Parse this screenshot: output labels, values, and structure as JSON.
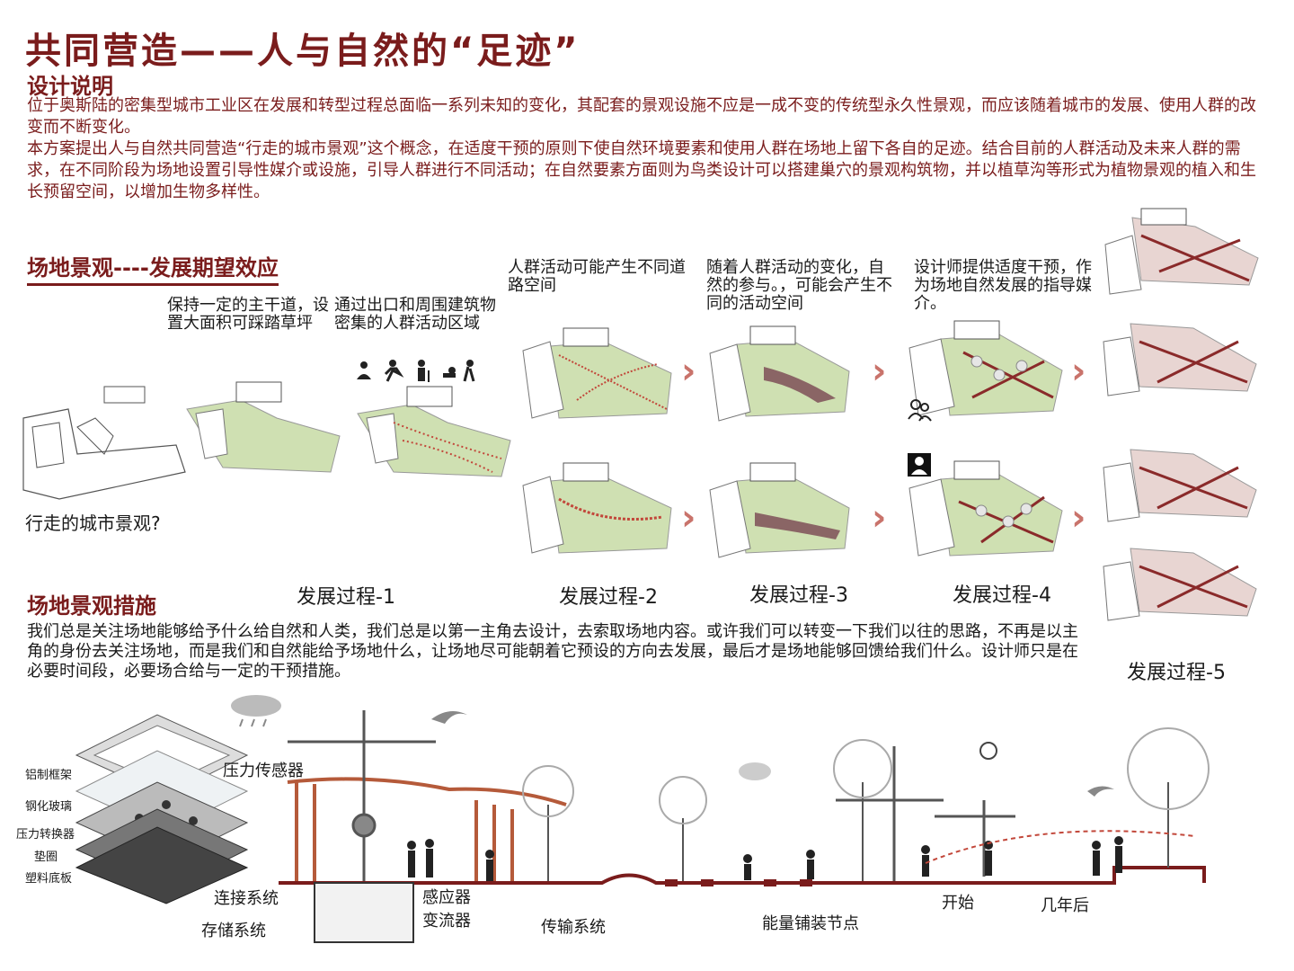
{
  "title": "共同营造——人与自然的“足迹”",
  "design_notes": {
    "heading": "设计说明",
    "para1": "位于奥斯陆的密集型城市工业区在发展和转型过程总面临一系列未知的变化，其配套的景观设施不应是一成不变的传统型永久性景观，而应该随着城市的发展、使用人群的改变而不断变化。",
    "para2": "本方案提出人与自然共同营造“行走的城市景观”这个概念，在适度干预的原则下使自然环境要素和使用人群在场地上留下各自的足迹。结合目前的人群活动及未来人群的需求，在不同阶段为场地设置引导性媒介或设施，引导人群进行不同活动；在自然要素方面则为鸟类设计可以搭建巢穴的景观构筑物，并以植草沟等形式为植物景观的植入和生长预留空间，以增加生物多样性。"
  },
  "development": {
    "heading": "场地景观----发展期望效应",
    "question": "行走的城市景观?",
    "notes": {
      "n1": "保持一定的主干道，设置大面积可踩踏草坪",
      "n2": "通过出口和周围建筑物密集的人群活动区域",
      "n3": "人群活动可能产生不同道路空间",
      "n4": "随着人群活动的变化，自然的参与。，可能会产生不同的活动空间",
      "n5": "设计师提供适度干预，作为场地自然发展的指导媒介。"
    },
    "stages": {
      "s1": "发展过程-1",
      "s2": "发展过程-2",
      "s3": "发展过程-3",
      "s4": "发展过程-4",
      "s5": "发展过程-5"
    },
    "arrow_glyph": "›",
    "colors": {
      "brand": "#7a1c1c",
      "lawn": "#cfe0b2",
      "path": "#c2473a",
      "arrow": "#c9736b"
    }
  },
  "measures": {
    "heading": "场地景观措施",
    "text": "我们总是关注场地能够给予什么给自然和人类，我们总是以第一主角去设计，去索取场地内容。或许我们可以转变一下我们以往的思路，不再是以主角的身份去关注场地，而是我们和自然能给予场地什么，让场地尽可能朝着它预设的方向去发展，最后才是场地能够回馈给我们什么。设计师只是在必要时间段，必要场合给与一定的干预措施。"
  },
  "section": {
    "layers": [
      "铝制框架",
      "钢化玻璃",
      "压力转换器",
      "垫圈",
      "塑料底板"
    ],
    "labels": {
      "pressure_sensor": "压力传感器",
      "connection": "连接系统",
      "storage": "存储系统",
      "sensor": "感应器",
      "converter": "变流器",
      "transmission": "传输系统",
      "paving_node": "能量铺装节点",
      "start": "开始",
      "years_later": "几年后"
    }
  }
}
